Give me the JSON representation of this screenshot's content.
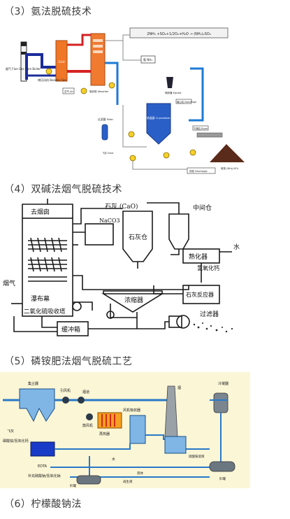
{
  "headings": {
    "h3": "（3）氨法脱硫技术",
    "h4": "（4）双碱法烟气脱硫技术",
    "h5": "（5）磷铵肥法烟气脱硫工艺",
    "h6": "（6）柠檬酸钠法"
  },
  "fig1": {
    "equation": "2NH₃ +SO₂+1/2O₂+H₂O → (NH₄)₂SO₄",
    "flue_gas": "烟气 Flue Gas from Boiler",
    "booster_fan": "增压风机 Booster Fan",
    "ggh": "GGH",
    "air": "空气 Air",
    "absorber": "吸收塔 Absorber",
    "nh3": "氨 NH₃",
    "filter": "过滤器 Filter",
    "dust": "飞灰 Dust",
    "crystallizer": "结晶器 Crystallizer",
    "ejector": "喷射器 Ejector",
    "centrifuge": "离心机 Centrifuge",
    "dryer": "干燥机 Dryer",
    "product": "硫铵 (NH₄)₂SO₄",
    "discharge": "排放 Discharge"
  },
  "fig2": {
    "chimney": "去烟囱",
    "lime": "石灰 (CaO)",
    "naco3": "NaCO3",
    "lime_silo": "石灰仓",
    "intermediate_silo": "中间仓",
    "water": "水",
    "slaker": "熟化器",
    "caoh2": "氢氧化钙",
    "flue_gas": "烟气",
    "curtain": "瀑布幕",
    "thickener": "浓缩器",
    "lime_reactor": "石灰反应器",
    "tower": "二氧化硫吸收塔",
    "filter": "过滤器",
    "buffer": "缓冲箱"
  },
  "fig3": {
    "dust_collector": "集尘器",
    "fan": "引风机",
    "flue": "烟道",
    "induced_fan": "鼓风机",
    "air": "风机",
    "absorber": "吸收器",
    "stack": "烟",
    "condenser": "冷凝器",
    "fly_ash": "飞灰",
    "regenerator": "再热器",
    "ammonium": "磷酸铵/氢氧化钙",
    "edta": "EDTA",
    "water": "水",
    "reagent": "补充硫酸钠/氢氧化钠",
    "tank_left": "贮罐",
    "fertilizer": "液体",
    "regen_liquid": "再生液",
    "solution": "硫酸铵溶液",
    "tank_right": "贮罐"
  }
}
